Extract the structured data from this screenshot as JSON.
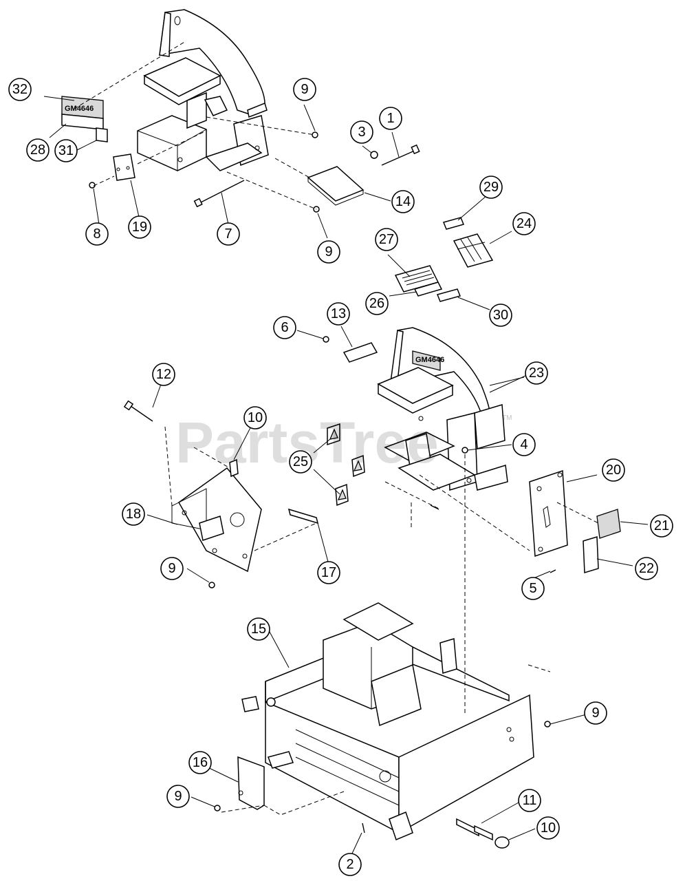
{
  "watermark": {
    "text": "PartsTree",
    "tm": "TM"
  },
  "model_label": "GM4646",
  "callouts": [
    {
      "id": "c1",
      "number": "1"
    },
    {
      "id": "c2",
      "number": "2"
    },
    {
      "id": "c3",
      "number": "3"
    },
    {
      "id": "c4",
      "number": "4"
    },
    {
      "id": "c5",
      "number": "5"
    },
    {
      "id": "c6",
      "number": "6"
    },
    {
      "id": "c7",
      "number": "7"
    },
    {
      "id": "c8",
      "number": "8"
    },
    {
      "id": "c9a",
      "number": "9"
    },
    {
      "id": "c9b",
      "number": "9"
    },
    {
      "id": "c9c",
      "number": "9"
    },
    {
      "id": "c9d",
      "number": "9"
    },
    {
      "id": "c9e",
      "number": "9"
    },
    {
      "id": "c10a",
      "number": "10"
    },
    {
      "id": "c10b",
      "number": "10"
    },
    {
      "id": "c11",
      "number": "11"
    },
    {
      "id": "c12",
      "number": "12"
    },
    {
      "id": "c13",
      "number": "13"
    },
    {
      "id": "c14",
      "number": "14"
    },
    {
      "id": "c15",
      "number": "15"
    },
    {
      "id": "c16",
      "number": "16"
    },
    {
      "id": "c17",
      "number": "17"
    },
    {
      "id": "c18",
      "number": "18"
    },
    {
      "id": "c19",
      "number": "19"
    },
    {
      "id": "c20",
      "number": "20"
    },
    {
      "id": "c21",
      "number": "21"
    },
    {
      "id": "c22",
      "number": "22"
    },
    {
      "id": "c23",
      "number": "23"
    },
    {
      "id": "c24",
      "number": "24"
    },
    {
      "id": "c25",
      "number": "25"
    },
    {
      "id": "c26",
      "number": "26"
    },
    {
      "id": "c27",
      "number": "27"
    },
    {
      "id": "c28",
      "number": "28"
    },
    {
      "id": "c29",
      "number": "29"
    },
    {
      "id": "c30",
      "number": "30"
    },
    {
      "id": "c31",
      "number": "31"
    },
    {
      "id": "c32",
      "number": "32"
    }
  ]
}
